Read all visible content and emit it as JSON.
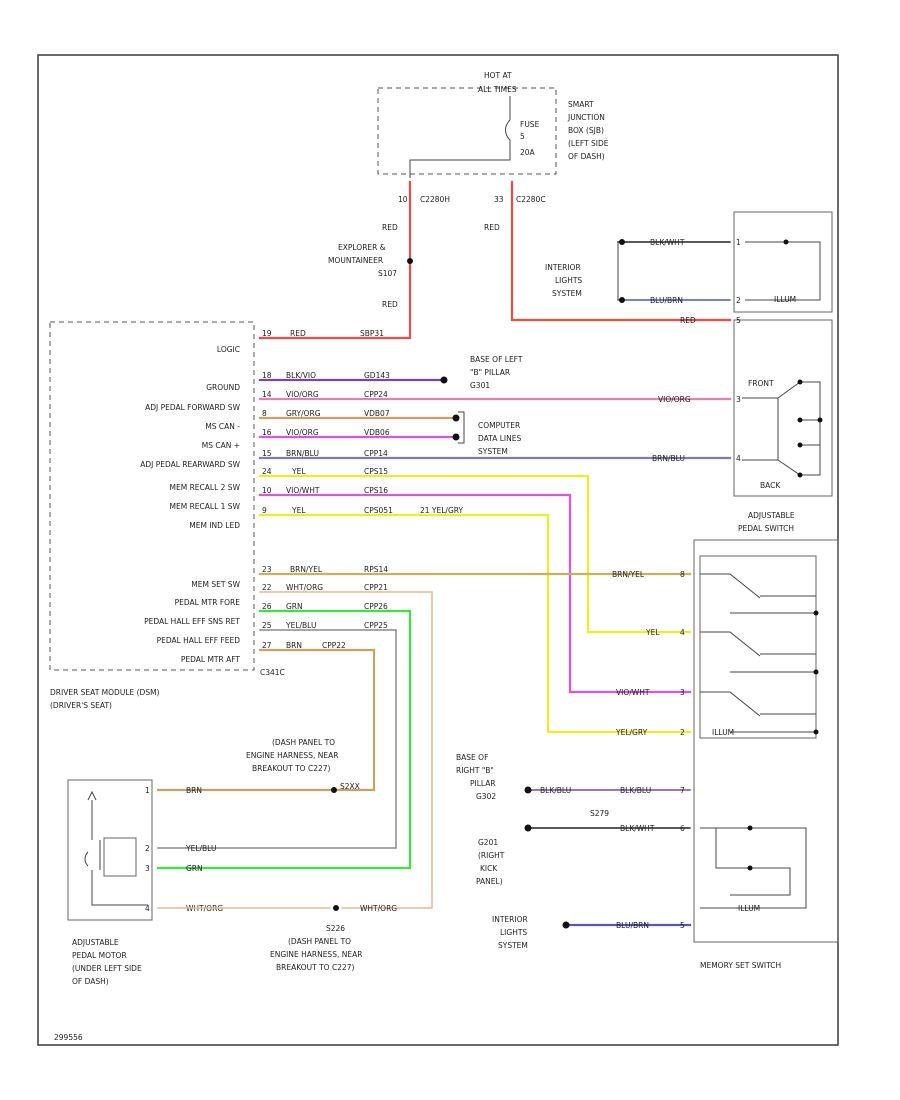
{
  "hot_at": {
    "line1": "HOT AT",
    "line2": "ALL TIMES"
  },
  "fuse": {
    "label": "FUSE",
    "number": "5",
    "amps": "20A"
  },
  "smart_junction": [
    "SMART",
    "JUNCTION",
    "BOX (SJB)",
    "(LEFT SIDE",
    "OF DASH)"
  ],
  "connectors": {
    "c2280h": "C2280H",
    "c2280c": "C2280C",
    "pin_left": "10",
    "pin_right": "33"
  },
  "splice_note": [
    "EXPLORER &",
    "MOUNTAINEER"
  ],
  "splice_id": "S107",
  "red": "RED",
  "interior_lights_system": [
    "INTERIOR",
    "LIGHTS",
    "SYSTEM"
  ],
  "base_left_pillar": [
    "BASE OF LEFT",
    "\"B\" PILLAR",
    "G301"
  ],
  "computer_data_lines": [
    "COMPUTER",
    "DATA LINES",
    "SYSTEM"
  ],
  "dsm_pins": [
    {
      "name": "LOGIC",
      "pin": "19",
      "color": "RED",
      "circuit": "SBP31"
    },
    {
      "name": "GROUND",
      "pin": "18",
      "color": "BLK/VIO",
      "circuit": "GD143"
    },
    {
      "name": "ADJ PEDAL FORWARD SW",
      "pin": "14",
      "color": "VIO/ORG",
      "circuit": "CPP24"
    },
    {
      "name": "MS CAN -",
      "pin": "8",
      "color": "GRY/ORG",
      "circuit": "VDB07"
    },
    {
      "name": "MS CAN +",
      "pin": "16",
      "color": "VIO/ORG",
      "circuit": "VDB06"
    },
    {
      "name": "ADJ PEDAL REARWARD SW",
      "pin": "15",
      "color": "BRN/BLU",
      "circuit": "CPP14"
    },
    {
      "name": "MEM RECALL 2 SW",
      "pin": "24",
      "color": "YEL",
      "circuit": "CPS15"
    },
    {
      "name": "MEM RECALL 1 SW",
      "pin": "10",
      "color": "VIO/WHT",
      "circuit": "CPS16"
    },
    {
      "name": "MEM IND LED",
      "pin": "9",
      "color": "YEL",
      "circuit": "CPS051"
    },
    {
      "name": "MEM SET SW",
      "pin": "23",
      "color": "BRN/YEL",
      "circuit": "RPS14"
    },
    {
      "name": "PEDAL MTR FORE",
      "pin": "22",
      "color": "WHT/ORG",
      "circuit": "CPP21"
    },
    {
      "name": "PEDAL HALL EFF SNS RET",
      "pin": "26",
      "color": "GRN",
      "circuit": "CPP26"
    },
    {
      "name": "PEDAL HALL EFF FEED",
      "pin": "25",
      "color": "YEL/BLU",
      "circuit": "CPP25"
    },
    {
      "name": "PEDAL MTR AFT",
      "pin": "27",
      "color": "BRN",
      "circuit": "CPP22"
    }
  ],
  "c341c": "C341C",
  "ygr_tag": "21 YEL/GRY",
  "dsm_label": [
    "DRIVER SEAT MODULE (DSM)",
    "(DRIVER'S SEAT)"
  ],
  "right_switch": {
    "top_wires": [
      {
        "color": "BLK/WHT",
        "pin": "1"
      },
      {
        "color": "BLU/BRN",
        "pin": "2"
      },
      {
        "color": "RED",
        "pin": "5"
      }
    ],
    "fwd": {
      "color": "VIO/ORG",
      "pin": "3"
    },
    "rear": {
      "color": "BRN/BLU",
      "pin": "4"
    },
    "illum": "ILLUM",
    "front": "FRONT",
    "back": "BACK"
  },
  "pedal_switch_label": [
    "ADJUSTABLE",
    "PEDAL SWITCH"
  ],
  "mem_switch_pins": [
    {
      "color": "BRN/YEL",
      "pin": "8"
    },
    {
      "color": "YEL",
      "pin": "4"
    },
    {
      "color": "VIO/WHT",
      "pin": "3"
    },
    {
      "color": "YEL/GRY",
      "pin": "2"
    },
    {
      "color": "BLK/BLU",
      "pin": "7"
    },
    {
      "color": "BLK/WHT",
      "pin": "6"
    },
    {
      "color": "BLU/BRN",
      "pin": "5"
    }
  ],
  "base_right_pillar": [
    "BASE OF",
    "RIGHT \"B\"",
    "PILLAR",
    "G302"
  ],
  "s279": "S279",
  "g201": [
    "G201",
    "(RIGHT",
    "KICK",
    "PANEL)"
  ],
  "blk_blu": "BLK/BLU",
  "interior_lights_2": [
    "INTERIOR",
    "LIGHTS",
    "SYSTEM"
  ],
  "mem_set_switch": "MEMORY SET SWITCH",
  "illum2": "ILLUM",
  "dash_panel_top": [
    "(DASH PANEL TO",
    "ENGINE HARNESS, NEAR",
    "BREAKOUT TO C227)"
  ],
  "s2xx": "S2XX",
  "motor_pins": [
    {
      "pin": "1",
      "color": "BRN"
    },
    {
      "pin": "2",
      "color": "YEL/BLU"
    },
    {
      "pin": "3",
      "color": "GRN"
    },
    {
      "pin": "4",
      "color": "WHT/ORG"
    }
  ],
  "s226": "S226",
  "s226_note": [
    "(DASH PANEL TO",
    "ENGINE HARNESS, NEAR",
    "BREAKOUT TO C227)"
  ],
  "motor_label": [
    "ADJUSTABLE",
    "PEDAL MOTOR",
    "(UNDER LEFT SIDE",
    "OF DASH)"
  ],
  "bottom_colors": {
    "brn": "BRN",
    "yb": "YEL/BLU",
    "grn": "GRN",
    "wo": "WHT/ORG"
  },
  "footer_id": "299556",
  "colors": {
    "red": "#ee4a4a",
    "violet": "#7a45a8",
    "pink": "#f07ab4",
    "tan": "#c9a069",
    "magenta": "#e052e0",
    "slate": "#7f7fa6",
    "yellow": "#ecec2a",
    "olive": "#c7b25a",
    "orange_tan": "#e9b68e",
    "green": "#3ee23e",
    "grey": "#888888",
    "blue": "#5555c8",
    "dark": "#222222"
  }
}
